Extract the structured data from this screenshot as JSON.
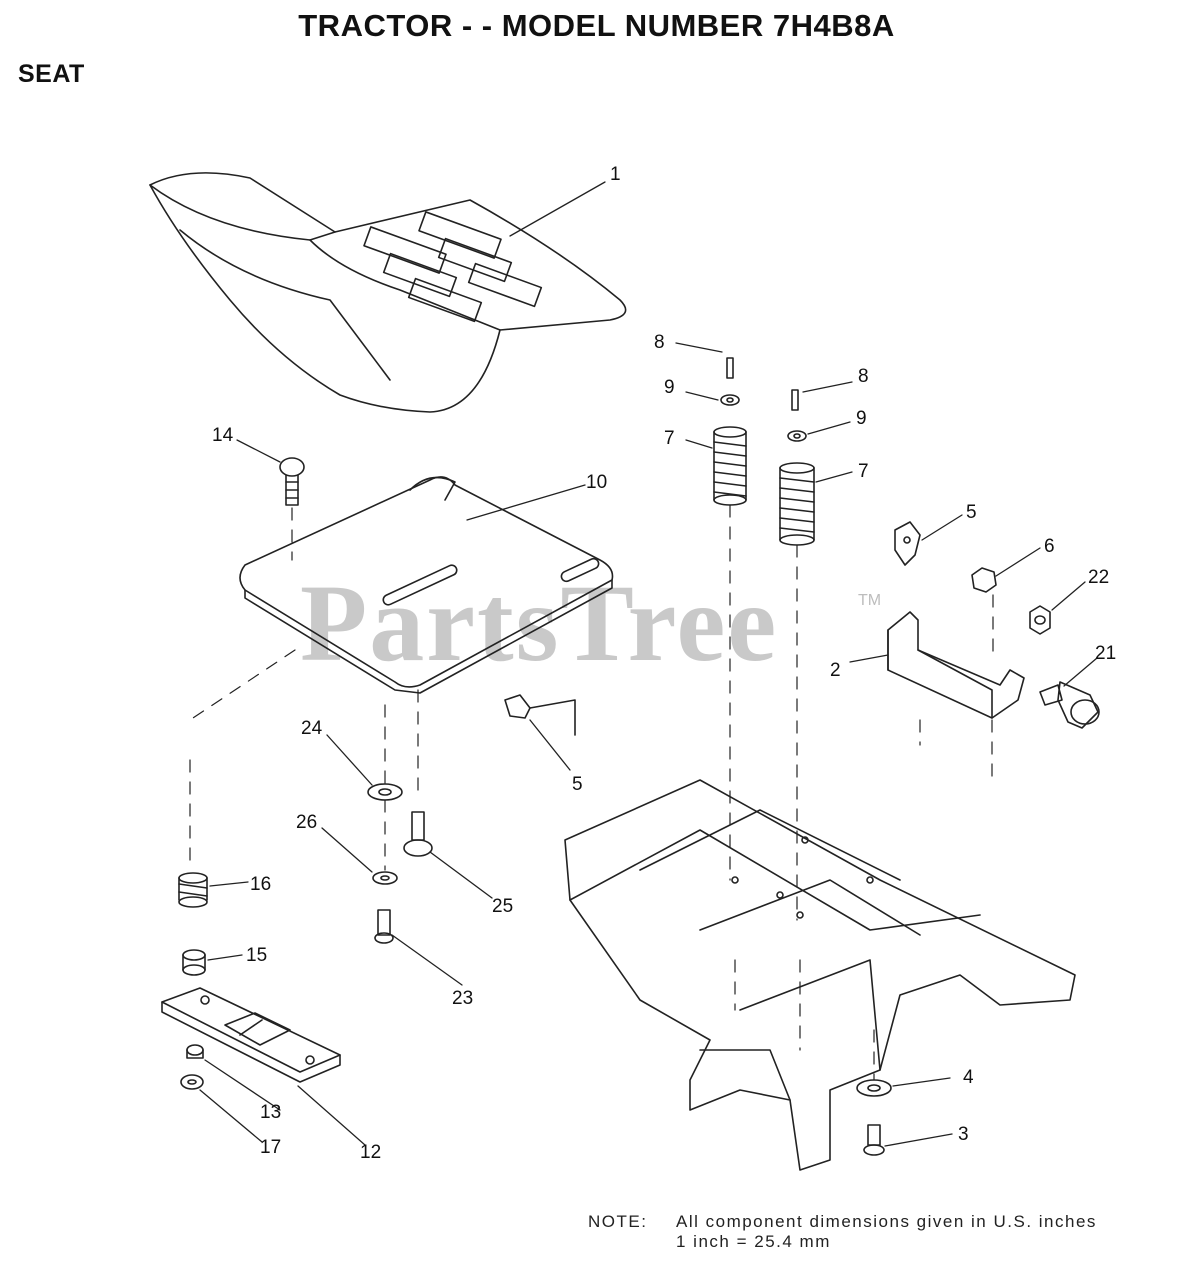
{
  "header": {
    "title": "TRACTOR - - MODEL NUMBER 7H4B8A",
    "section": "SEAT"
  },
  "watermark": {
    "text": "PartsTree",
    "tm": "TM"
  },
  "note": {
    "label": "NOTE:",
    "line1": "All component dimensions given in U.S. inches",
    "line2": "1 inch = 25.4 mm"
  },
  "callouts": {
    "c1": "1",
    "c2": "2",
    "c3": "3",
    "c4": "4",
    "c5a": "5",
    "c5b": "5",
    "c6": "6",
    "c7a": "7",
    "c7b": "7",
    "c8a": "8",
    "c8b": "8",
    "c9a": "9",
    "c9b": "9",
    "c10": "10",
    "c12": "12",
    "c13": "13",
    "c14": "14",
    "c15": "15",
    "c16": "16",
    "c17": "17",
    "c21": "21",
    "c22": "22",
    "c23": "23",
    "c24": "24",
    "c25": "25",
    "c26": "26"
  }
}
